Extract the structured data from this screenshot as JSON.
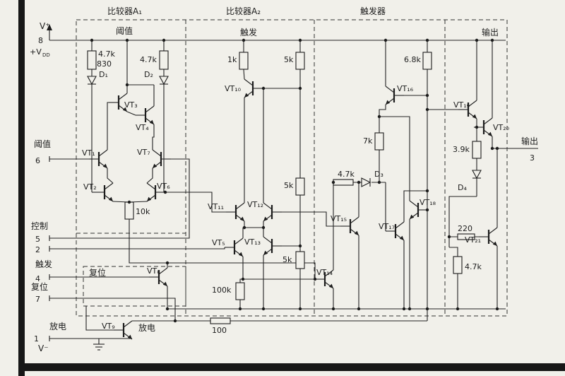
{
  "sections": {
    "a1": "比较器A₁",
    "a2": "比较器A₂",
    "ff": "触发器",
    "sub_threshold": "阈值",
    "sub_trigger": "触发",
    "sub_output": "输出",
    "reset_box": "复位"
  },
  "pins": {
    "vplus": "V⁺",
    "p8": "8",
    "vdd_main": "+V",
    "vdd_sub": "DD",
    "threshold": "阈值",
    "p6": "6",
    "control": "控制",
    "p5": "5",
    "p2": "2",
    "trigger": "触发",
    "p4": "4",
    "reset": "复位",
    "p7": "7",
    "discharge": "放电",
    "p1": "1",
    "vminus": "V⁻",
    "output": "输出",
    "p3": "3",
    "discharge_node": "放电"
  },
  "resistors": {
    "r1": "4.7k",
    "r1b": "830",
    "r2": "4.7k",
    "r3": "10k",
    "r4": "1k",
    "r5": "5k",
    "r6": "5k",
    "r7": "5k",
    "r8": "100k",
    "r9": "4.7k",
    "r10": "7k",
    "r11": "6.8k",
    "r12": "3.9k",
    "r13": "220",
    "r14": "4.7k",
    "r15": "100"
  },
  "diodes": {
    "d1": "D₁",
    "d2": "D₂",
    "d3": "D₃",
    "d4": "D₄"
  },
  "transistors": {
    "q1": "VT₁",
    "q2": "VT₂",
    "q3": "VT₃",
    "q4": "VT₄",
    "q5": "VT₅",
    "q6": "VT₆",
    "q7": "VT₇",
    "q8": "VT₈",
    "q9": "VT₉",
    "q10": "VT₁₀",
    "q11": "VT₁₁",
    "q12": "VT₁₂",
    "q13": "VT₁₃",
    "q14": "VT₁₄",
    "q15": "VT₁₅",
    "q16": "VT₁₆",
    "q17": "VT₁₇",
    "q18": "VT₁₈",
    "q19": "VT₁₉",
    "q20": "VT₂₀",
    "q21": "VT₂₁"
  }
}
